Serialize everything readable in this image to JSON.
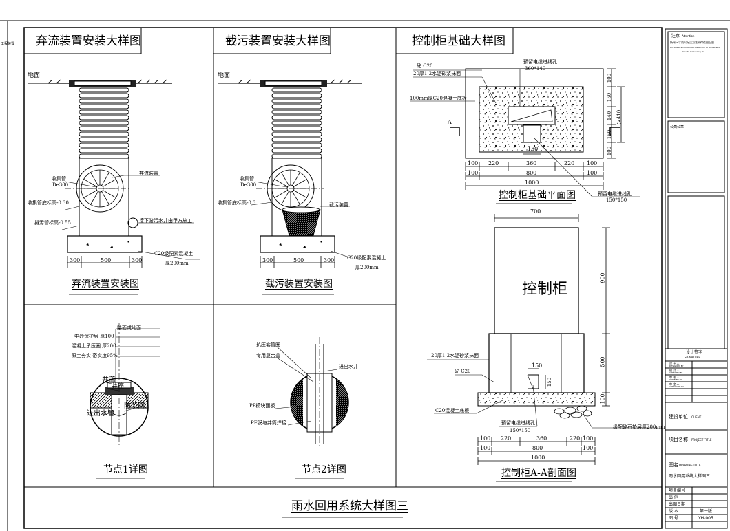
{
  "top_left_label": "工程装置",
  "panels": {
    "p1": {
      "title": "弃流装置安装大样图",
      "ground": "地面",
      "pipe_label": "收集管",
      "pipe_size": "De300",
      "device": "弃流装置",
      "pipe_bottom": "收集管底标高-0.30",
      "drain_bottom": "排污管标高-0.55",
      "drain_note": "接下游污水井由甲方施工",
      "base_note": "C20级配素混凝土",
      "base_thick": "厚200mm",
      "dims": [
        "300",
        "500",
        "300"
      ],
      "subtitle": "弃流装置安装图"
    },
    "p2": {
      "title": "截污装置安装大样图",
      "ground": "地面",
      "pipe_label": "收集管",
      "pipe_size": "De300",
      "device": "截污装置",
      "pipe_bottom": "收集管底标高-0.3",
      "base_note": "C20级配素混凝土",
      "base_thick": "厚200mm",
      "dims": [
        "300",
        "500",
        "300"
      ],
      "subtitle": "截污装置安装图"
    },
    "p3": {
      "title": "控制柜基础大样图",
      "plan": {
        "c20": "砼 C20",
        "plaster": "20厚1:2水泥砂浆抹面",
        "slab": "100mm厚C20混凝土底板",
        "hole": "预留电缆进线孔",
        "hole_size": "360*140",
        "hole2": "预留电缆进线孔",
        "hole2_size": "150*150",
        "d150": "150",
        "section_mark": "A",
        "vdims": [
          "100",
          "150",
          "140",
          "410",
          "150",
          "100"
        ],
        "hdims_top": [
          "100",
          "220",
          "360",
          "220",
          "100"
        ],
        "hdims_mid": [
          "100",
          "800",
          "100"
        ],
        "hdim_total": "1000",
        "subtitle": "控制柜基础平面图"
      },
      "section": {
        "w700": "700",
        "cabinet": "控制柜",
        "h900": "900",
        "h500": "500",
        "h100": "100",
        "plaster": "20厚1:2水泥砂浆抹面",
        "c20": "砼 C20",
        "slab": "C20混凝土底板",
        "hole": "预留电缆进线孔",
        "hole_size": "150*150",
        "d150": "150",
        "gravel": "级配碎石垫层厚200mm",
        "hdims_top": [
          "100",
          "220",
          "360",
          "220",
          "100"
        ],
        "hdims_mid": [
          "100",
          "800",
          "100"
        ],
        "hdim_total": "1000",
        "subtitle": "控制柜A-A剖面图"
      }
    },
    "n1": {
      "layers": [
        "路面或地面",
        "中砂保护层 厚100",
        "混凝土承压圈 厚200",
        "原土夯实 密实度95%"
      ],
      "well_cover": "井盖",
      "well_seat": "井座",
      "anti_fall": "防坠网",
      "inlet": "进出水管",
      "subtitle": "节点1详图"
    },
    "n2": {
      "ring": "抗压套管圈",
      "cap": "专用复合盖",
      "inlet": "进出水井",
      "pp": "PP模块面板",
      "pe": "PE膜与井筒焊接",
      "subtitle": "节点2详图"
    }
  },
  "footer_title": "雨水回用系统大样图三",
  "title_block": {
    "attention": "注意",
    "attention_en": "Attention",
    "note1": "所有尺寸须以标注为准不得在图上量",
    "note2": "All Measurements must be accord to Arrowhead",
    "note3": "On-site measuring at",
    "seal": "公司公章",
    "sign_title": "设计签字",
    "sign_en": "SIGNATURE",
    "roles": [
      "设 计 人",
      "校 对 人",
      "审 核 人",
      "审 定 人"
    ],
    "roles_en": [
      "DESIGNED BY",
      "CHECKED BY",
      "VERIFIED BY",
      "APPROVED BY"
    ],
    "client": "建设单位",
    "client_en": "CLIENT",
    "project": "项目名称",
    "project_en": "PROJECT TITLE",
    "drawing": "图名",
    "drawing_en": "DRAWING TITLE",
    "drawing_name": "雨水回用系统大样图三",
    "proj_no": "项目编号",
    "scale": "出 例",
    "date": "出图日期",
    "version": "版 本",
    "version_val": "第一版",
    "sheet_no": "图 号",
    "sheet_val": "YH-005"
  }
}
